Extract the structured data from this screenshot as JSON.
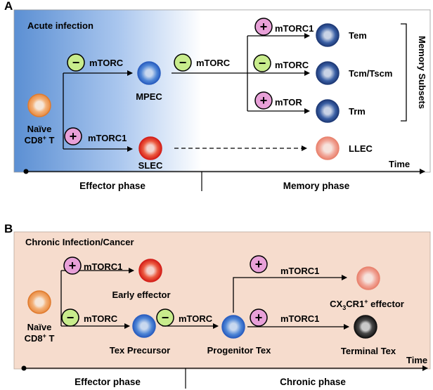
{
  "panelA": {
    "letter": "A",
    "title": "Acute infection",
    "naive": {
      "line1": "Naïve",
      "line2_main": "CD8",
      "line2_sup": "+",
      "line2_end": " T"
    },
    "top_branch": {
      "sign": "−",
      "label": "mTORC"
    },
    "bottom_branch": {
      "sign": "+",
      "label": "mTORC1"
    },
    "mpec": "MPEC",
    "slec": "SLEC",
    "mpec_branch": {
      "sign": "−",
      "label": "mTORC"
    },
    "memory": [
      {
        "sign": "+",
        "regulator": "mTORC1",
        "cell": "Tem"
      },
      {
        "sign": "−",
        "regulator": "mTORC",
        "cell": "Tcm/Tscm"
      },
      {
        "sign": "+",
        "regulator": "mTOR",
        "cell": "Trm"
      }
    ],
    "memory_subsets": "Memory Subsets",
    "llec": "LLEC",
    "time": "Time",
    "phases": [
      "Effector phase",
      "Memory phase"
    ]
  },
  "panelB": {
    "letter": "B",
    "title": "Chronic Infection/Cancer",
    "naive": {
      "line1": "Naïve",
      "line2_main": "CD8",
      "line2_sup": "+",
      "line2_end": " T"
    },
    "top_branch": {
      "sign": "+",
      "label": "mTORC1"
    },
    "early_effector": "Early effector",
    "main_branch": {
      "sign": "−",
      "label": "mTORC"
    },
    "tex_precursor": "Tex  Precursor",
    "precursor_branch": {
      "sign": "−",
      "label": "mTORC"
    },
    "progenitor_tex": "Progenitor Tex",
    "cx3cr1_branch": {
      "sign": "+",
      "label": "mTORC1"
    },
    "cx3cr1": {
      "pre": "CX",
      "sub": "3",
      "mid": "CR1",
      "sup": "+",
      "end": " effector"
    },
    "terminal_branch": {
      "sign": "+",
      "label": "mTORC1"
    },
    "terminal_tex": "Terminal Tex",
    "time": "Time",
    "phases": [
      "Effector phase",
      "Chronic phase"
    ]
  },
  "colors": {
    "acute_gradient_start": "#5b8fd3",
    "acute_gradient_end": "#ffffff",
    "chronic_bg": "#f6dccd",
    "plus_circle": "#e8a0d8",
    "minus_circle": "#c8ec8c",
    "naive_cell": "#f0a060",
    "memory_blue": "#2a5ec0",
    "memory_dark": "#1f3b78",
    "effector_red": "#e8301e",
    "llec_pink": "#ef9a8a",
    "terminal_black": "#2a2a2a"
  }
}
